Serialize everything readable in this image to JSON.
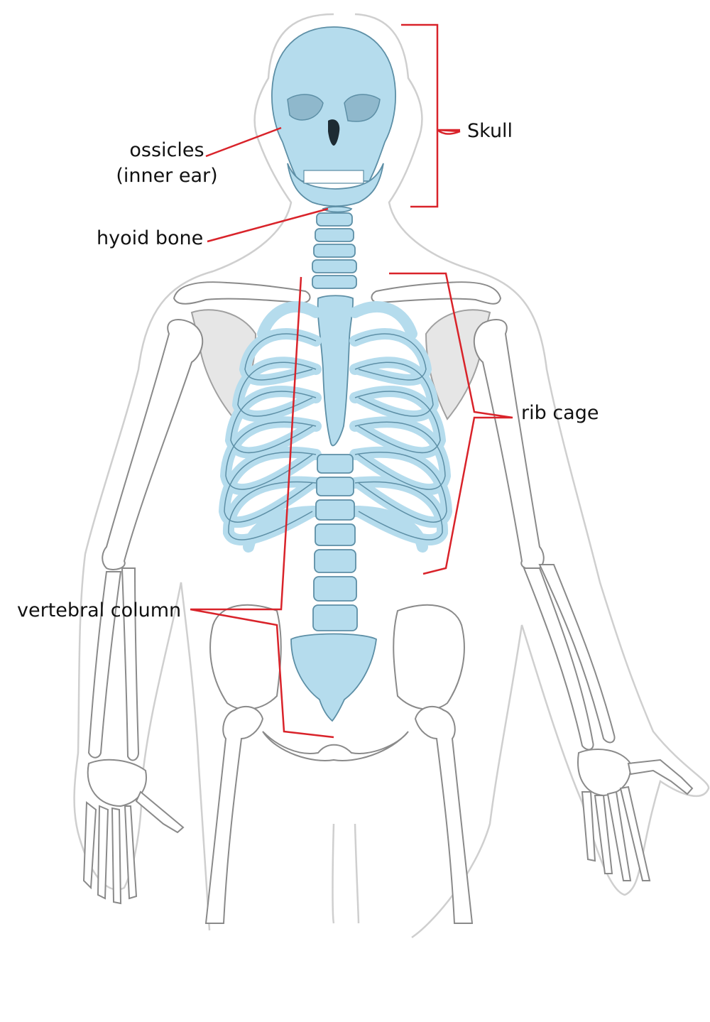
{
  "colors": {
    "axial_bone": "#b5dced",
    "axial_stroke": "#5d8fa6",
    "appendicular_fill": "#ffffff",
    "appendicular_stroke": "#8a8a8a",
    "appendicular_shadow": "#d4d4d4",
    "body_outline": "#cfcfcf",
    "leader_line": "#d9232a",
    "label_text": "#111111",
    "background": "#ffffff"
  },
  "labels": {
    "skull": "Skull",
    "ossicles_line1": "ossicles",
    "ossicles_line2": "(inner ear)",
    "hyoid": "hyoid bone",
    "rib_cage": "rib cage",
    "vertebral_column": "vertebral column"
  }
}
